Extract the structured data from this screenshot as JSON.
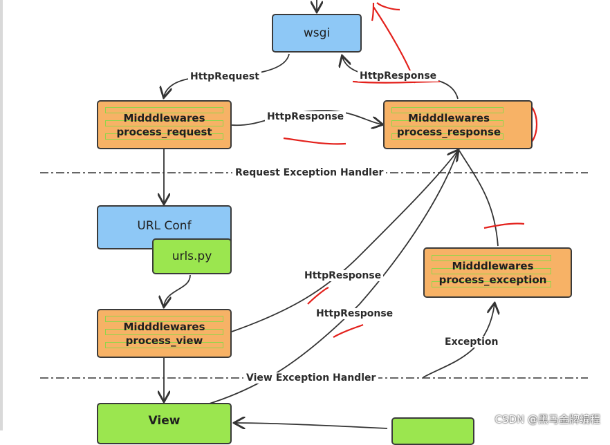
{
  "nodes": {
    "wsgi": "wsgi",
    "process_request": [
      "Midddlewares",
      "process_request"
    ],
    "process_response": [
      "Midddlewares",
      "process_response"
    ],
    "url_conf": "URL Conf",
    "urls_py": "urls.py",
    "process_view": [
      "Midddlewares",
      "process_view"
    ],
    "process_exception": [
      "Midddlewares",
      "process_exception"
    ],
    "view": "View"
  },
  "edge_labels": {
    "http_request": "HttpRequest",
    "http_response_top": "HttpResponse",
    "http_response_mid": "HttpResponse",
    "http_response_view": "HttpResponse",
    "http_response_view2": "HttpResponse",
    "exception": "Exception"
  },
  "sections": {
    "request_exception": "Request Exception Handler",
    "view_exception": "View Exception Handler"
  },
  "watermark": "CSDN @黑马金牌编程",
  "colors": {
    "blue": "#8ec8f6",
    "green": "#9be64f",
    "orange": "#f7b266",
    "annotation_red": "#e3201b"
  }
}
